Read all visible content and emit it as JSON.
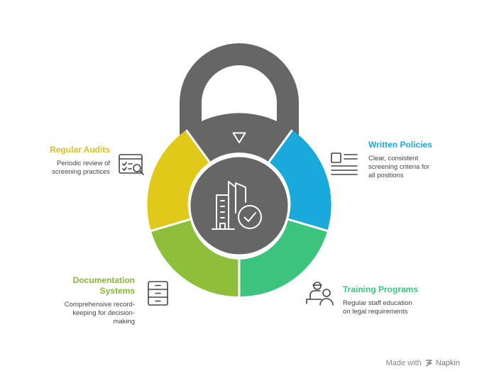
{
  "colors": {
    "shackle": "#666666",
    "top_segment": "#666666",
    "center": "#666666",
    "written_policies": "#1AA9DB",
    "training_programs": "#3CC47E",
    "documentation_systems": "#8DBF3A",
    "regular_audits": "#E0C919"
  },
  "segments": [
    {
      "id": "regular-audits",
      "title": "Regular Audits",
      "desc_lines": [
        "Periodic review of",
        "screening practices"
      ],
      "icon": "audit-search-icon"
    },
    {
      "id": "written-policies",
      "title": "Written Policies",
      "desc_lines": [
        "Clear, consistent",
        "screening criteria for",
        "all positions"
      ],
      "icon": "document-lines-icon"
    },
    {
      "id": "documentation-systems",
      "title_lines": [
        "Documentation",
        "Systems"
      ],
      "desc_lines": [
        "Comprehensive record-",
        "keeping for decision-",
        "making"
      ],
      "icon": "filing-cabinet-icon"
    },
    {
      "id": "training-programs",
      "title": "Training Programs",
      "desc_lines": [
        "Regular staff education",
        "on legal requirements"
      ],
      "icon": "teacher-student-icon"
    }
  ],
  "center_icon": "building-check-icon",
  "top_icon": "triangle-down-icon",
  "footer": {
    "prefix": "Made with",
    "brand": "Napkin"
  }
}
